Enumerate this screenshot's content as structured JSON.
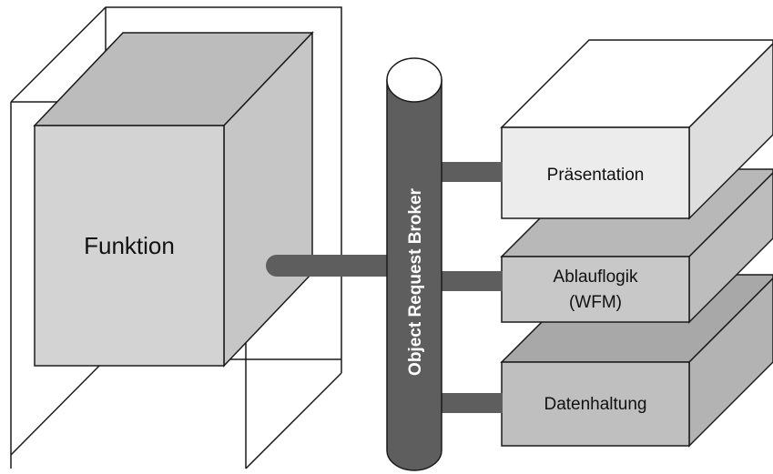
{
  "diagram": {
    "function_label": "Funktion",
    "broker_label": "Object Request Broker",
    "layers": [
      {
        "name": "presentation",
        "label_lines": [
          "Präsentation"
        ]
      },
      {
        "name": "workflow",
        "label_lines": [
          "Ablauflogik",
          "(WFM)"
        ]
      },
      {
        "name": "data",
        "label_lines": [
          "Datenhaltung"
        ]
      }
    ]
  },
  "colors": {
    "cube_front": "#d3d3d3",
    "cube_top": "#bcbcbc",
    "cube_side": "#c6c6c6",
    "broker": "#5e5e5e",
    "broker_top": "#ffffff",
    "presentation_front": "#ececec",
    "presentation_top": "#ffffff",
    "presentation_side": "#dedede",
    "workflow_front": "#c8c8c8",
    "workflow_top": "#b8b8b8",
    "workflow_side": "#bdbdbd",
    "data_front": "#bfbfbf",
    "data_top": "#a8a8a8",
    "data_side": "#b3b3b3",
    "outline": "#1a1a1a"
  }
}
